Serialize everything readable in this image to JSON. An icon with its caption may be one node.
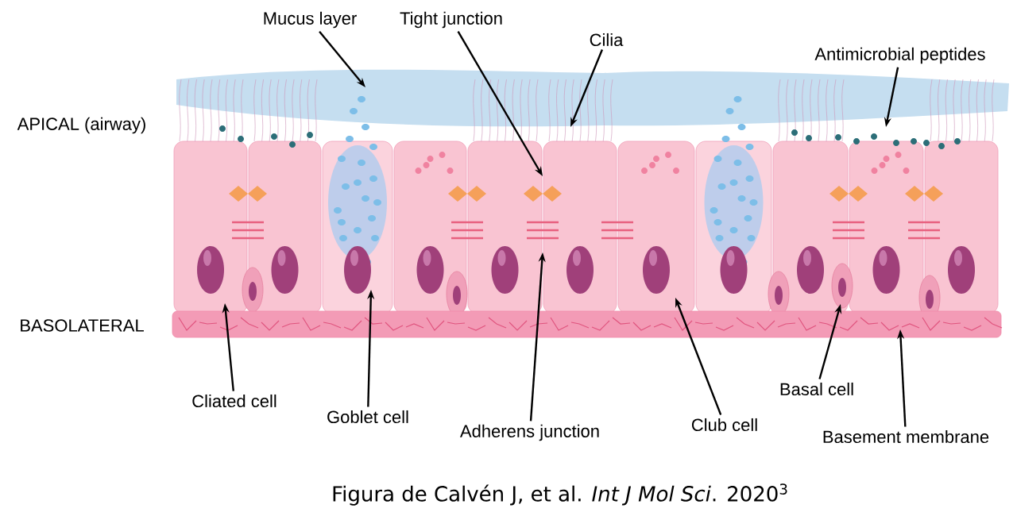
{
  "diagram": {
    "caption": "Figura de Calvén J, et al. *Int J Mol Sci*. 2020$^{3}$",
    "nodes": [
      {
        "text": [
          "Mucus layer"
        ]
      },
      {
        "text": [
          "Tight junction"
        ]
      },
      {
        "text": [
          "Cilia"
        ]
      },
      {
        "text": [
          "Antimicrobial peptides"
        ]
      },
      {
        "text": [
          "Cliated cell"
        ]
      },
      {
        "text": [
          "Goblet cell"
        ]
      },
      {
        "text": [
          "Adherens junction"
        ]
      },
      {
        "text": [
          "Club cell"
        ]
      },
      {
        "text": [
          "Basal cell"
        ]
      },
      {
        "text": [
          "Basement membrane"
        ]
      }
    ],
    "edges": [
      {
        "from": 0,
        "to": null,
        "arrow": "to"
      },
      {
        "from": 1,
        "to": null,
        "arrow": "to"
      },
      {
        "from": 2,
        "to": null,
        "arrow": "to"
      },
      {
        "from": 3,
        "to": null,
        "arrow": "to"
      },
      {
        "from": 4,
        "to": null,
        "arrow": "to"
      },
      {
        "from": 5,
        "to": null,
        "arrow": "to"
      },
      {
        "from": 6,
        "to": null,
        "arrow": "to"
      },
      {
        "from": 7,
        "to": null,
        "arrow": "to"
      },
      {
        "from": 8,
        "to": null,
        "arrow": "to"
      },
      {
        "from": 9,
        "to": null,
        "arrow": "to"
      }
    ],
    "labels": [
      "APICAL (airway)",
      "BASOLATERAL"
    ]
  }
}
